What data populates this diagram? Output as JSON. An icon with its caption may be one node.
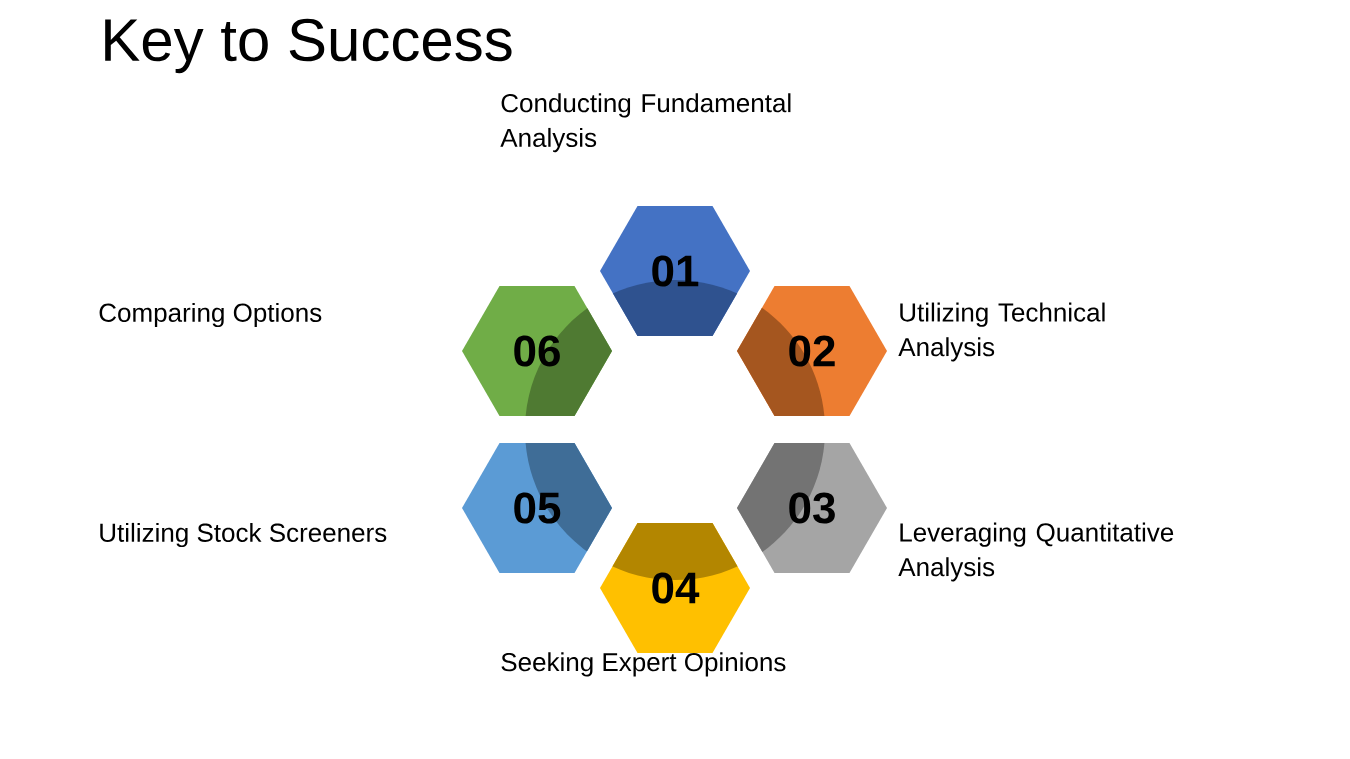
{
  "diagram": {
    "title": "Key to Success",
    "nodes": [
      {
        "text": [
          "01"
        ],
        "beside": [
          "Conducting Fundamental Analysis"
        ]
      },
      {
        "text": [
          "02"
        ],
        "beside": [
          "Utilizing Technical Analysis"
        ]
      },
      {
        "text": [
          "03"
        ],
        "beside": [
          "Leveraging Quantitative Analysis"
        ]
      },
      {
        "text": [
          "04"
        ],
        "beside": [
          "Seeking Expert Opinions"
        ]
      },
      {
        "text": [
          "05"
        ],
        "beside": [
          "Utilizing Stock Screeners"
        ]
      },
      {
        "text": [
          "06"
        ]
      }
    ],
    "labels": [
      "Comparing Options"
    ]
  }
}
